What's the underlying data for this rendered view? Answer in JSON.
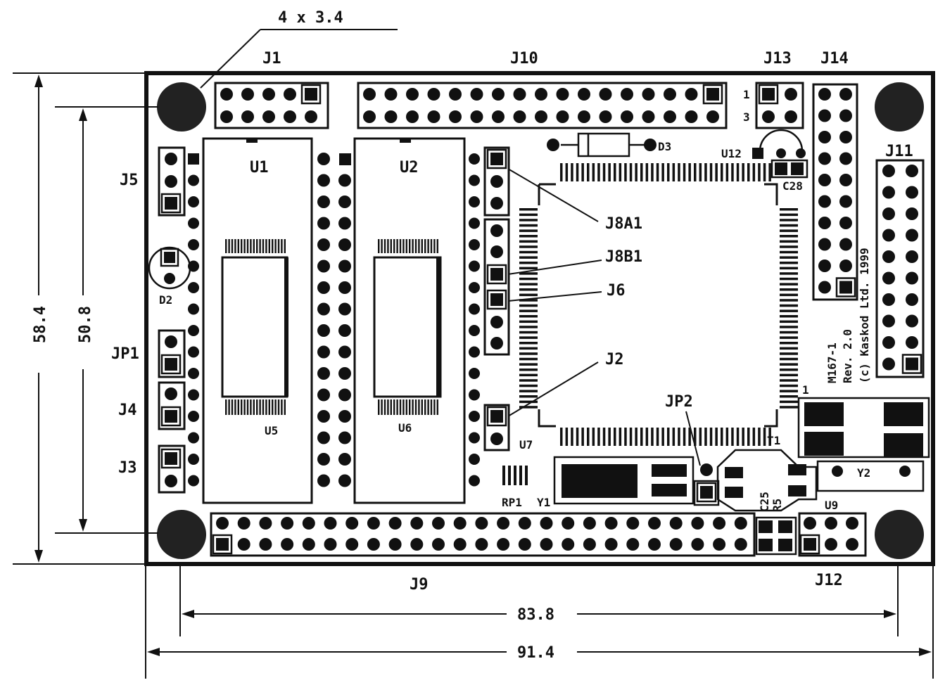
{
  "hole_note": "4 x 3.4",
  "dimensions": {
    "outer_height": "58.4",
    "inner_height": "50.8",
    "inner_width": "83.8",
    "outer_width": "91.4"
  },
  "labels": {
    "J1": "J1",
    "J10": "J10",
    "J13": "J13",
    "J14": "J14",
    "J11": "J11",
    "J5": "J5",
    "JP1": "JP1",
    "J4": "J4",
    "J3": "J3",
    "U1": "U1",
    "U2": "U2",
    "U5": "U5",
    "U6": "U6",
    "U7": "U7",
    "U9": "U9",
    "U12": "U12",
    "D2": "D2",
    "D3": "D3",
    "C28": "C28",
    "J8A1": "J8A1",
    "J8B1": "J8B1",
    "J6": "J6",
    "J2": "J2",
    "JP2": "JP2",
    "T1": "T1",
    "Y2": "Y2",
    "RP1": "RP1",
    "Y1": "Y1",
    "C25": "C25",
    "R5": "R5",
    "J9": "J9",
    "J12": "J12",
    "pin1": "1",
    "pin3": "3",
    "u7pin1": "1"
  },
  "board_text": {
    "line1": "M167-1",
    "line2": "Rev. 2.0",
    "line3": "(c) Kaskod Ltd. 1999"
  }
}
